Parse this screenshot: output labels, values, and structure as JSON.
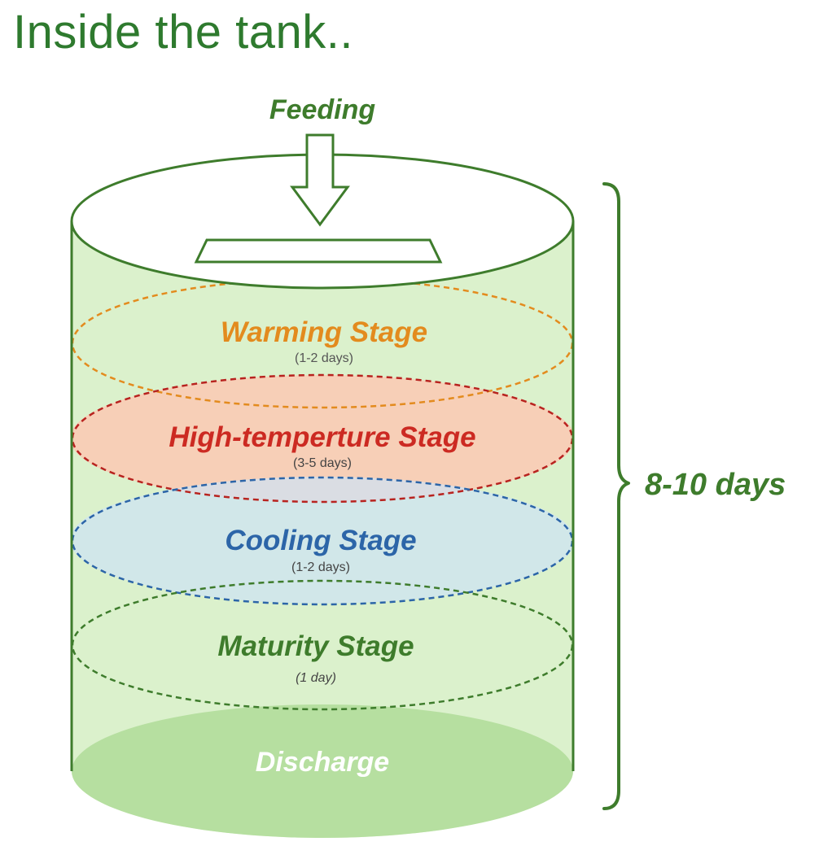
{
  "title": "Inside the tank..",
  "feeding_label": "Feeding",
  "total_duration": "8-10 days",
  "discharge_label": "Discharge",
  "colors": {
    "title": "#2e7a2e",
    "outline": "#3e7c2c",
    "warming": "#e38b1e",
    "high_temperature": "#cc2a22",
    "cooling": "#2c65a8",
    "maturity": "#3e7c2c",
    "discharge_fill": "#b6dfa0"
  },
  "stages": [
    {
      "name": "Warming Stage",
      "duration": "(1-2 days)"
    },
    {
      "name": "High-temperture Stage",
      "duration": "(3-5 days)"
    },
    {
      "name": "Cooling Stage",
      "duration": "(1-2 days)"
    },
    {
      "name": "Maturity Stage",
      "duration": "(1 day)"
    }
  ]
}
